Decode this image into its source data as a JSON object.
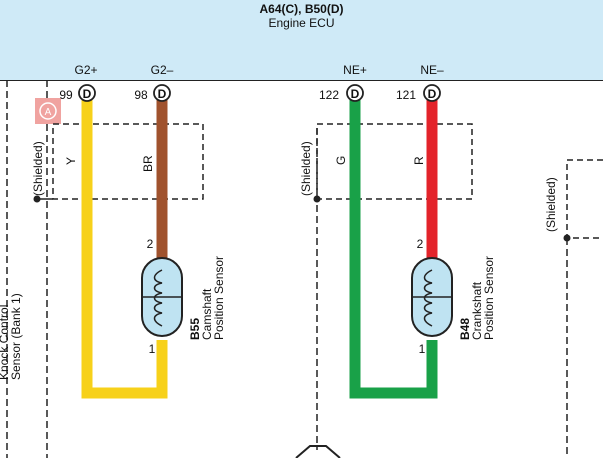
{
  "ecu": {
    "title": "A64(C), B50(D)",
    "subtitle": "Engine ECU"
  },
  "pins": [
    {
      "name": "G2+",
      "number": "99",
      "connector": "D"
    },
    {
      "name": "G2–",
      "number": "98",
      "connector": "D"
    },
    {
      "name": "NE+",
      "number": "122",
      "connector": "D"
    },
    {
      "name": "NE–",
      "number": "121",
      "connector": "D"
    }
  ],
  "shield_label": "(Shielded)",
  "badge_letter": "A",
  "wires": [
    {
      "code": "Y",
      "color": "#f7d11a"
    },
    {
      "code": "BR",
      "color": "#a0522d"
    },
    {
      "code": "G",
      "color": "#19a148"
    },
    {
      "code": "R",
      "color": "#e3232a"
    }
  ],
  "sensors": [
    {
      "code": "B55",
      "line1": "Camshaft",
      "line2": "Position Sensor",
      "pin_top": "2",
      "pin_bottom": "1"
    },
    {
      "code": "B48",
      "line1": "Crankshaft",
      "line2": "Position Sensor",
      "pin_top": "2",
      "pin_bottom": "1"
    }
  ],
  "knock_sensor": {
    "line1": "Knock Control",
    "line2": "Sensor (Bank 1)"
  }
}
